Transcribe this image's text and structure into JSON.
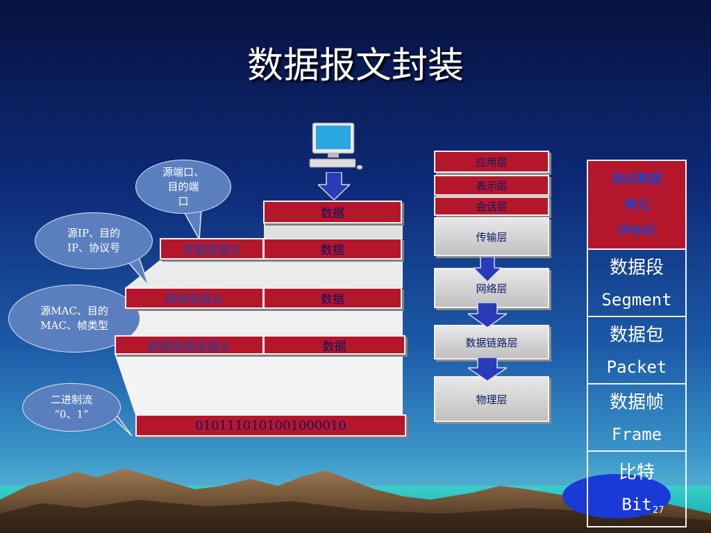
{
  "title": "数据报文封装",
  "bubbles": [
    {
      "text": "源端口、\n目的端\n口"
    },
    {
      "text": "源IP、目的\nIP、协议号"
    },
    {
      "text": "源MAC、目的\nMAC、帧类型"
    },
    {
      "text": "二进制流\n“0、1”"
    }
  ],
  "encapsulation": {
    "row1": {
      "data": "数据"
    },
    "row2": {
      "header": "传输层报头",
      "data": "数据"
    },
    "row3": {
      "header": "网络层报头",
      "data": "数据"
    },
    "row4": {
      "header": "数据链路层报头",
      "data": "数据"
    },
    "bits": "0101110101001000010"
  },
  "osi_layers": [
    "应用层",
    "表示层",
    "会话层",
    "传输层",
    "网络层",
    "数据链路层",
    "物理层"
  ],
  "pdu": {
    "header": [
      "协议数据",
      "单元",
      "（PDU）"
    ],
    "rows": [
      {
        "zh": "数据段",
        "en": "Segment"
      },
      {
        "zh": "数据包",
        "en": "Packet"
      },
      {
        "zh": "数据帧",
        "en": "Frame"
      },
      {
        "zh": "比特",
        "en": "Bit"
      }
    ]
  },
  "slide_number": "27",
  "colors": {
    "header_red": "#b4172c",
    "bg_top": "#0a1a5c",
    "bubble": "#5b7fbe"
  },
  "icons": [
    "computer-icon",
    "down-arrow-icon"
  ]
}
